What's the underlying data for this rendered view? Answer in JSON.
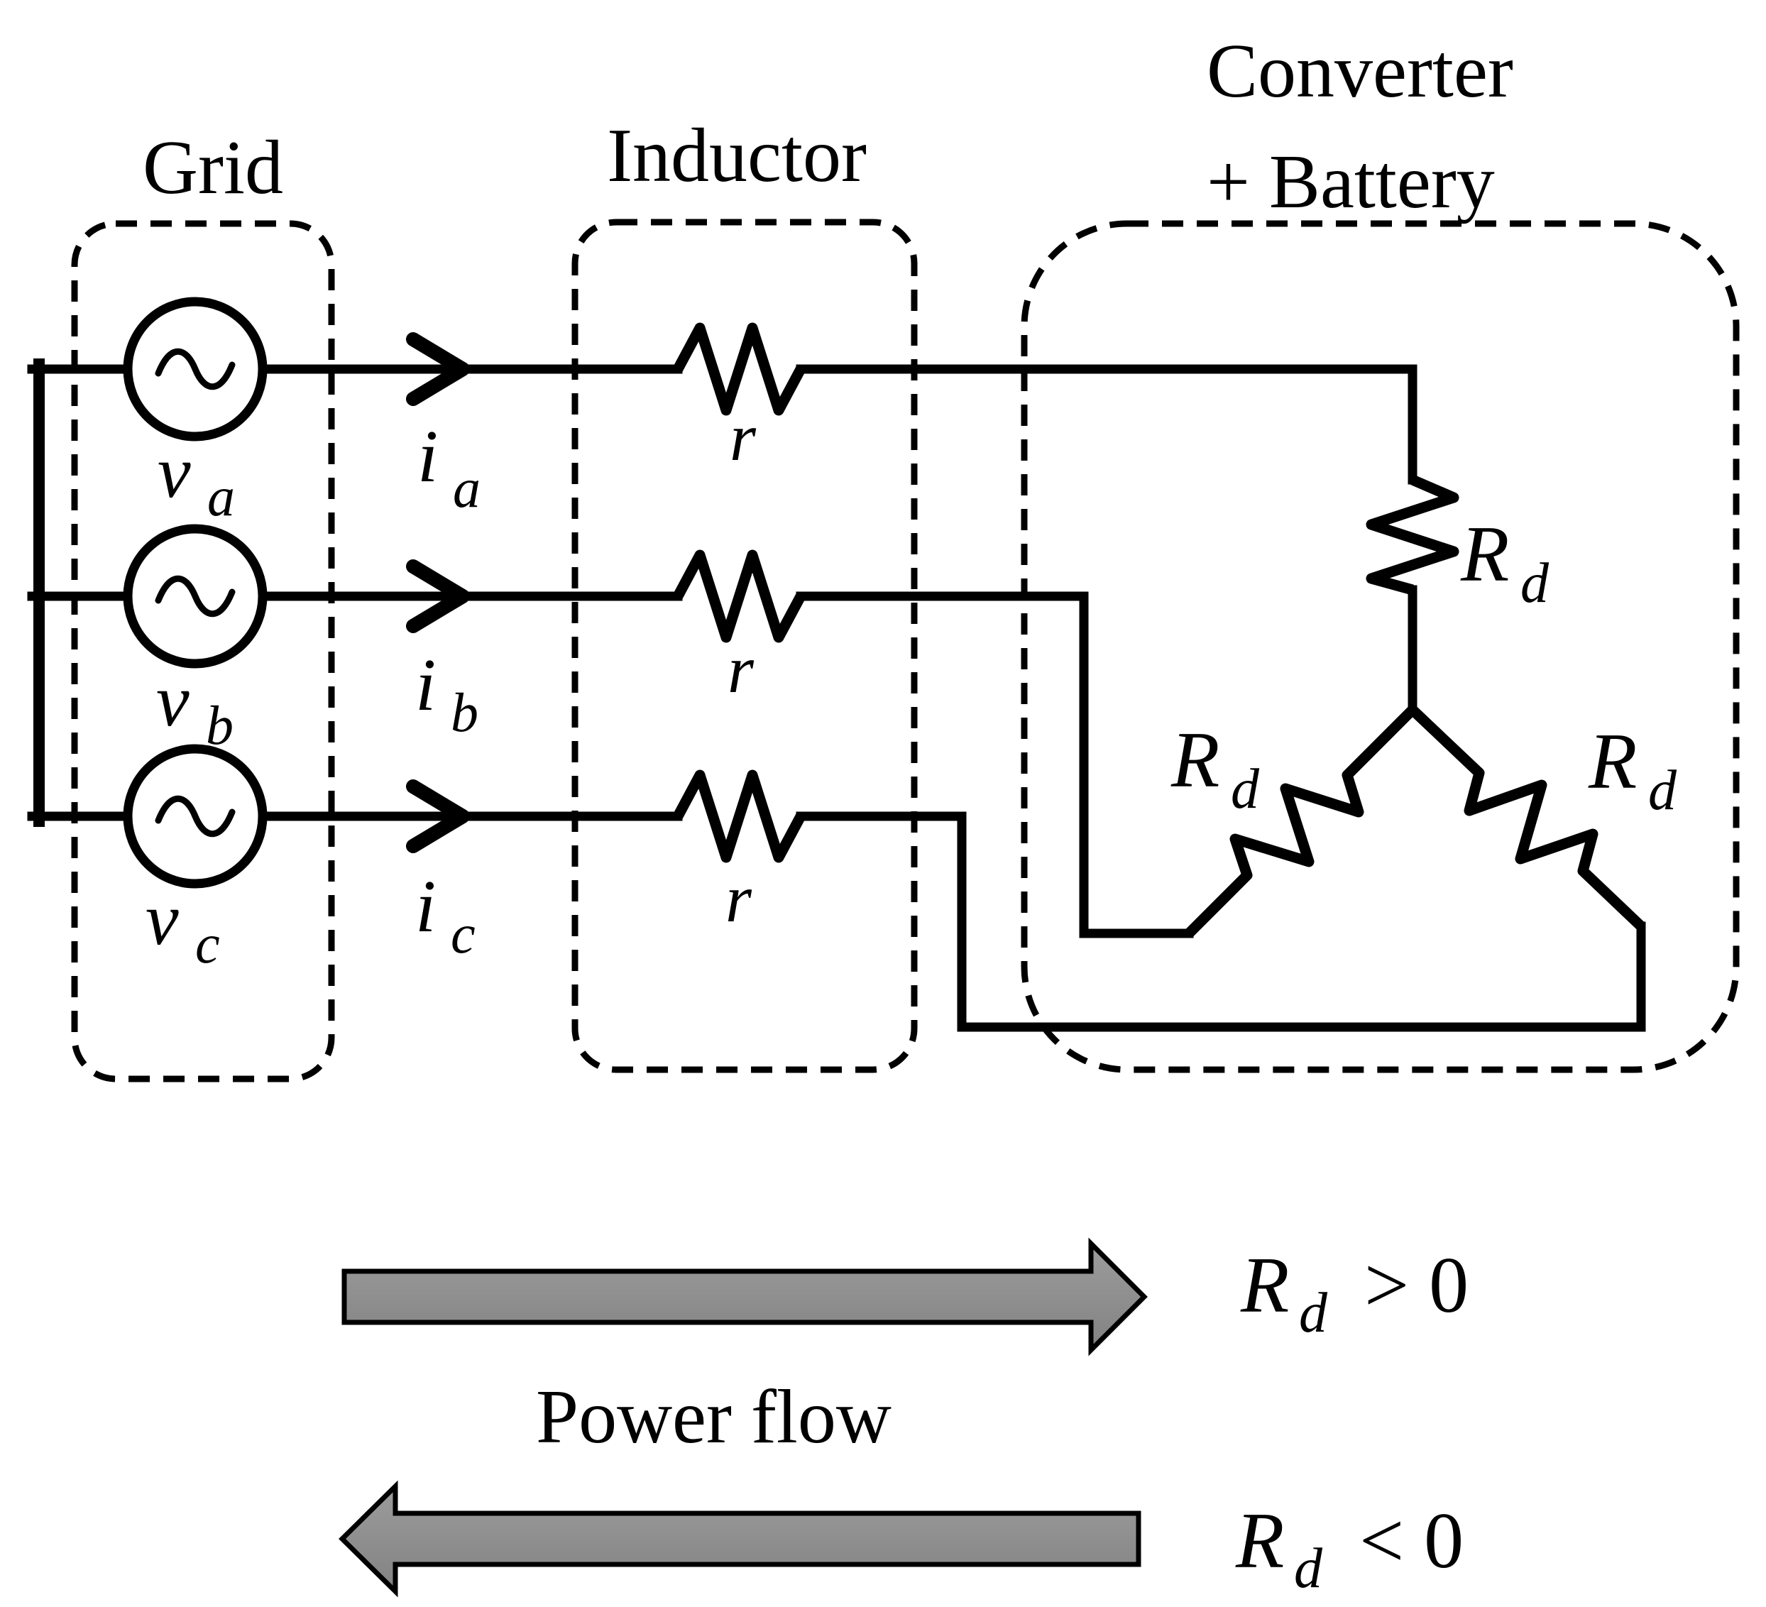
{
  "sections": {
    "grid": {
      "label": "Grid"
    },
    "inductor": {
      "label": "Inductor"
    },
    "converter": {
      "label_line1": "Converter",
      "label_line2": "+ Battery"
    }
  },
  "sources": [
    {
      "name": "v",
      "sub": "a"
    },
    {
      "name": "v",
      "sub": "b"
    },
    {
      "name": "v",
      "sub": "c"
    }
  ],
  "currents": [
    {
      "name": "i",
      "sub": "a"
    },
    {
      "name": "i",
      "sub": "b"
    },
    {
      "name": "i",
      "sub": "c"
    }
  ],
  "line_resistors": [
    {
      "label": "r"
    },
    {
      "label": "r"
    },
    {
      "label": "r"
    }
  ],
  "damping_resistors": [
    {
      "name": "R",
      "sub": "d"
    },
    {
      "name": "R",
      "sub": "d"
    },
    {
      "name": "R",
      "sub": "d"
    }
  ],
  "power_flow": {
    "label": "Power flow",
    "forward": {
      "name": "R",
      "sub": "d",
      "condition": "> 0"
    },
    "reverse": {
      "name": "R",
      "sub": "d",
      "condition": "< 0"
    }
  },
  "colors": {
    "line": "#000000",
    "arrow_fill_top": "#9c9c9c",
    "arrow_fill_bottom": "#828282",
    "background": "#ffffff"
  }
}
